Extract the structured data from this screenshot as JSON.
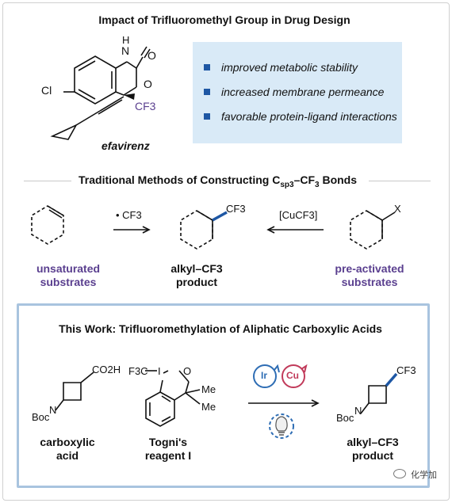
{
  "header": {
    "title": "Impact of Trifluoromethyl Group in Drug Design"
  },
  "efavirenz": {
    "name": "efavirenz",
    "labels": {
      "nh_n": "N",
      "nh_h": "H",
      "carbonyl_o": "O",
      "ring_o": "O",
      "cl": "Cl",
      "cf3": "CF3"
    }
  },
  "benefits": [
    "improved metabolic stability",
    "increased membrane permeance",
    "favorable protein-ligand interactions"
  ],
  "section2": {
    "title_prefix": "Traditional Methods of Constructing C",
    "title_sub": "sp3",
    "title_mid": "–CF",
    "title_sub2": "3",
    "title_suffix": " Bonds",
    "reagent_left": "• CF3",
    "reagent_right": "[CuCF3]",
    "product_cf3": "CF3",
    "substrate_x": "X",
    "label_unsaturated": "unsaturated",
    "label_substrates": "substrates",
    "label_alkyl": "alkyl–CF3",
    "label_product": "product",
    "label_preactivated": "pre-activated",
    "label_substrates2": "substrates"
  },
  "section3": {
    "title": "This Work: Trifluoromethylation of Aliphatic Carboxylic Acids",
    "acid": {
      "co2h": "CO2H",
      "n": "N",
      "boc": "Boc",
      "label1": "carboxylic",
      "label2": "acid"
    },
    "togni": {
      "f3c": "F3C",
      "i": "I",
      "o": "O",
      "me1": "Me",
      "me2": "Me",
      "label1": "Togni's",
      "label2": "reagent I"
    },
    "catalysts": {
      "ir": "Ir",
      "cu": "Cu"
    },
    "product": {
      "cf3": "CF3",
      "n": "N",
      "boc": "Boc",
      "label1": "alkyl–CF3",
      "label2": "product"
    }
  },
  "watermark": {
    "text": "化学加"
  },
  "colors": {
    "benefit_box": "#d9eaf7",
    "bullet": "#1e57a4",
    "purple": "#5a3f8f",
    "workbox_border": "#a9c4df",
    "ir": "#2e6db4",
    "cu": "#c13a5a"
  }
}
